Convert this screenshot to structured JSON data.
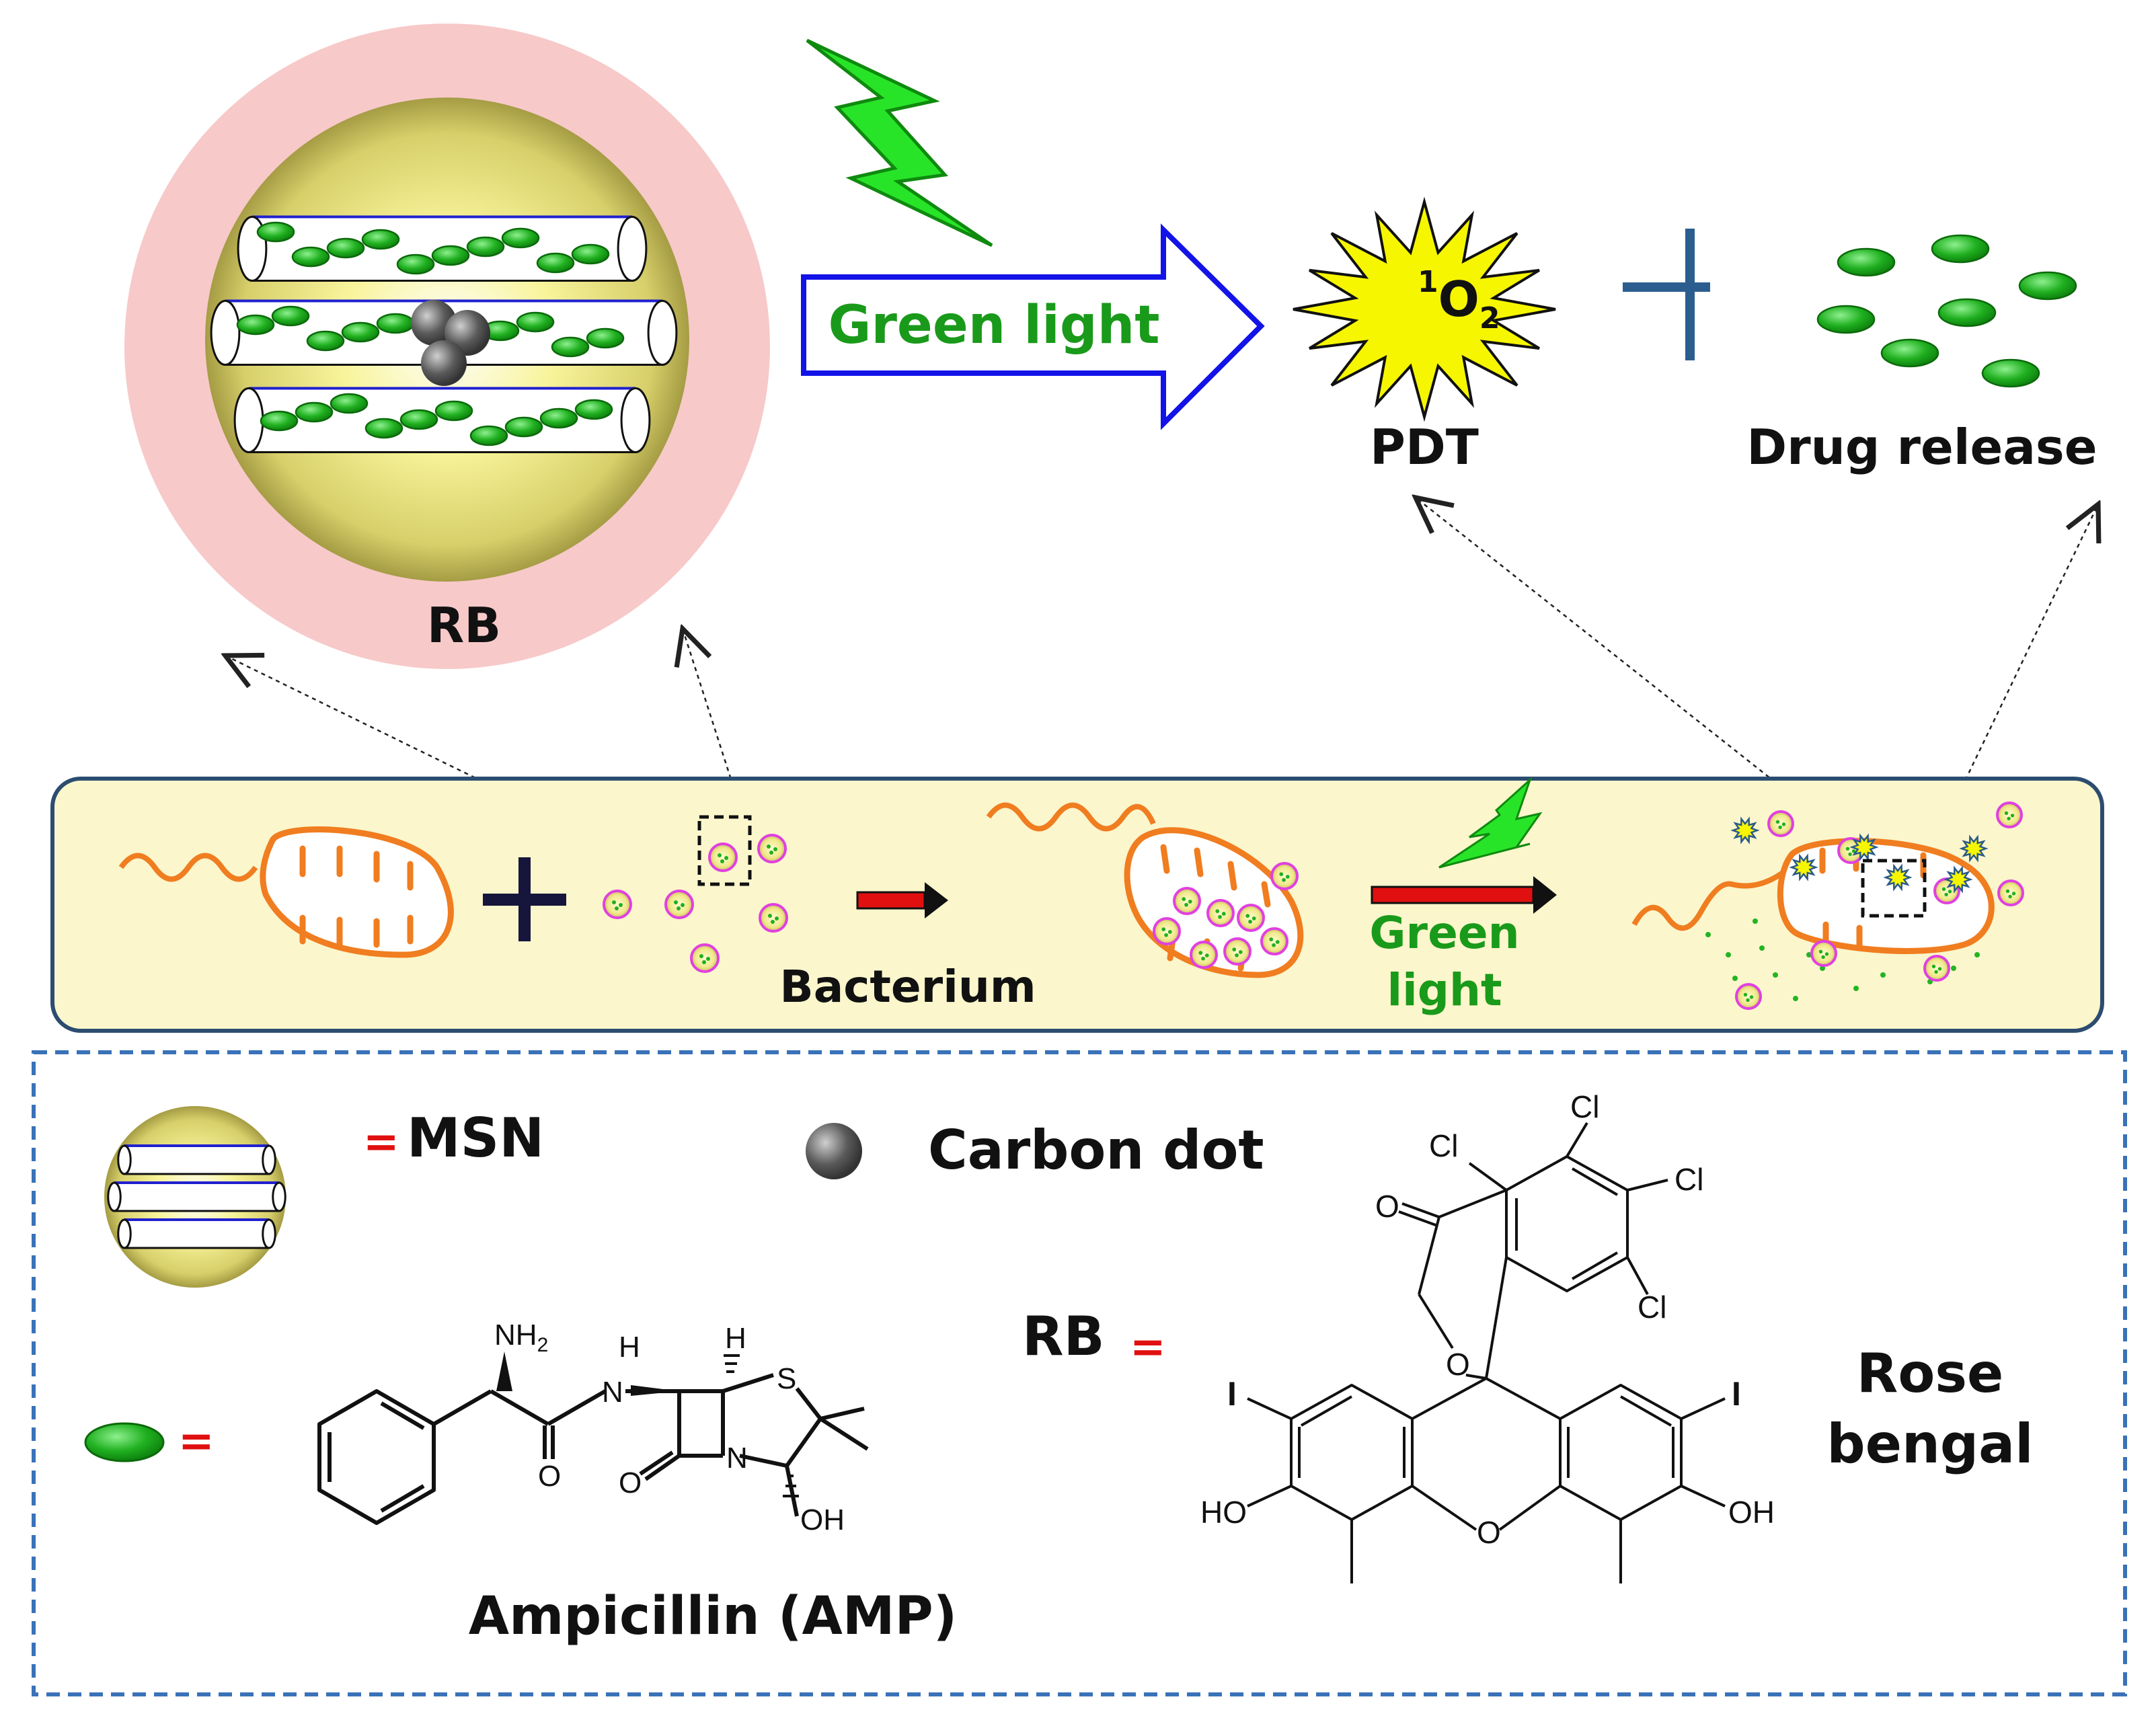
{
  "top": {
    "rb_label": "RB",
    "arrow_label": "Green light",
    "singlet_oxygen": {
      "sup": "1",
      "base": "O",
      "sub": "2"
    },
    "pdt_label": "PDT",
    "drug_release_label": "Drug release"
  },
  "process": {
    "bacterium_label": "Bacterium",
    "green_light_line1": "Green",
    "green_light_line2": "light"
  },
  "legend": {
    "msn_eq": "=",
    "msn_label": "MSN",
    "carbon_dot_label": "Carbon dot",
    "drug_eq": "=",
    "ampicillin_label": "Ampicillin (AMP)",
    "rb_label": "RB",
    "rb_eq": "=",
    "rose_bengal_line1": "Rose",
    "rose_bengal_line2": "bengal",
    "ampicillin_atoms": {
      "nh2": "NH",
      "nh2_sub": "2",
      "h_n": "H",
      "n_amide": "N",
      "h_top": "H",
      "s": "S",
      "o_amide": "O",
      "n_ring": "N",
      "o_lactam": "O",
      "oh": "OH"
    },
    "rose_bengal_atoms": {
      "cl1": "Cl",
      "cl2": "Cl",
      "cl3": "Cl",
      "cl4": "Cl",
      "o_carbonyl": "O",
      "o_ring": "O",
      "i_left": "I",
      "i_right": "I",
      "ho_left": "HO",
      "oh_right": "OH",
      "o_xanthene": "O"
    }
  },
  "colors": {
    "green_light": "#1a9a1a",
    "drug": "#22b522",
    "pink_shell": "#f7c9c9",
    "process_panel": "#fbf6cc",
    "process_border": "#2c4d70",
    "legend_border": "#3a72b8",
    "bacterium": "#f07d20",
    "arrow_outline": "#1313e8",
    "red_equals": "#e01010"
  }
}
